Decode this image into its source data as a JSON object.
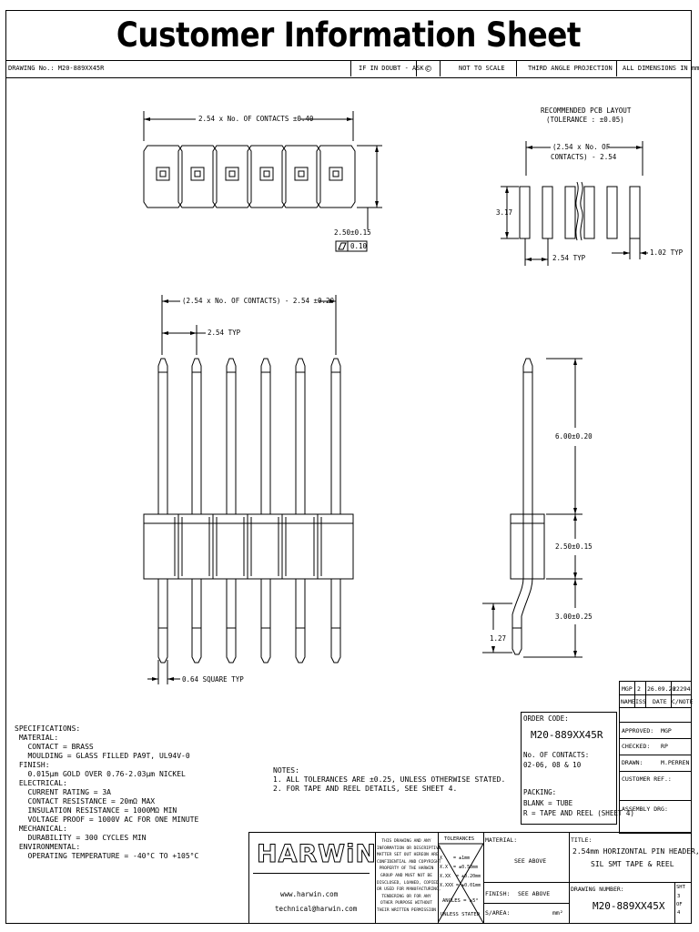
{
  "sheet": {
    "title": "Customer Information Sheet"
  },
  "header": {
    "drawing_no": "DRAWING No.: M20-889XX45R",
    "if_in_doubt": "IF IN DOUBT - ASK",
    "copyright_symbol": "©",
    "not_to_scale": "NOT TO SCALE",
    "projection": "THIRD ANGLE PROJECTION",
    "dimensions": "ALL DIMENSIONS IN mm"
  },
  "top_view": {
    "overall_dim": "2.54 x No. OF CONTACTS ±0.40",
    "height_dim": "2.50±0.15",
    "flatness": "0.10"
  },
  "pcb_layout": {
    "title_1": "RECOMMENDED PCB LAYOUT",
    "title_2": "(TOLERANCE : ±0.05)",
    "span_1": "(2.54 x No. OF",
    "span_2": "CONTACTS) - 2.54",
    "pad_length": "3.17",
    "pitch": "2.54 TYP",
    "pad_width": "1.02 TYP"
  },
  "front_view": {
    "span_dim": "(2.54 x No. OF CONTACTS) - 2.54 ±0.20",
    "pitch": "2.54 TYP",
    "pin_size": "0.64 SQUARE TYP"
  },
  "side_view": {
    "pin_height": "6.00±0.20",
    "body_height": "2.50±0.15",
    "lead_length": "3.00±0.25",
    "offset": "1.27"
  },
  "specifications": [
    "SPECIFICATIONS:",
    " MATERIAL:",
    "   CONTACT = BRASS",
    "   MOULDING = GLASS FILLED PA9T, UL94V-0",
    " FINISH:",
    "   0.015µm GOLD OVER 0.76-2.03µm NICKEL",
    " ELECTRICAL:",
    "   CURRENT RATING = 3A",
    "   CONTACT RESISTANCE = 20mΩ MAX",
    "   INSULATION RESISTANCE = 1000MΩ MIN",
    "   VOLTAGE PROOF = 1000V AC FOR ONE MINUTE",
    " MECHANICAL:",
    "   DURABILITY = 300 CYCLES MIN",
    " ENVIRONMENTAL:",
    "   OPERATING TEMPERATURE = -40°C TO +105°C"
  ],
  "notes": [
    "NOTES:",
    "1. ALL TOLERANCES ARE ±0.25, UNLESS OTHERWISE STATED.",
    "2. FOR TAPE AND REEL DETAILS, SEE SHEET 4."
  ],
  "order_code": {
    "label": "ORDER CODE:",
    "code": "M20-889XX45R",
    "contacts_label": "No. OF CONTACTS:",
    "contacts_values": "02-06, 08 & 10",
    "packing_label": "PACKING:",
    "packing_tube": "BLANK = TUBE",
    "packing_reel": "R = TAPE AND REEL (SHEET 4)"
  },
  "revision": {
    "name": "MGP",
    "iss": "2",
    "date": "26.09.20",
    "cnote": "22294",
    "h_name": "NAME",
    "h_iss": "ISS",
    "h_date": "DATE",
    "h_cnote": "C/NOTE"
  },
  "approvals": {
    "approved": "APPROVED:  MGP",
    "checked": "CHECKED:   RP",
    "drawn": "DRAWN:     M.PERREN",
    "customer_ref": "CUSTOMER REF.:",
    "assembly": "ASSEMBLY DRG:"
  },
  "title_block": {
    "logo": "HARWiN",
    "web": "www.harwin.com",
    "email": "technical@harwin.com",
    "legal": "THIS DRAWING AND ANY\nINFORMATION OR DESCRIPTIVE\nMATTER SET OUT HEREON ARE\nCONFIDENTIAL AND COPYRIGHT\nPROPERTY OF THE HARWIN\nGROUP AND MUST NOT BE\nDISCLOSED, LOANED, COPIED\nOR USED FOR MANUFACTURING,\nTENDERING OR FOR ANY\nOTHER PURPOSE WITHOUT\nTHEIR WRITTEN PERMISSION",
    "tolerances": "TOLERANCES",
    "tol_x": "X    = ±1mm",
    "tol_xx": "X.X  = ±0.50mm",
    "tol_xxx": "X.XX  = ±0.20mm",
    "tol_xxxx": "X.XXX = ±0.01mm",
    "angles": "ANGLES = ±5°",
    "unless": "UNLESS STATED",
    "material_label": "MATERIAL:",
    "material_value": "SEE ABOVE",
    "finish_label": "FINISH:",
    "finish_value": "SEE ABOVE",
    "sarea_label": "S/AREA:",
    "sarea_unit": "mm²",
    "title_label": "TITLE:",
    "title_1": "2.54mm HORIZONTAL PIN HEADER,",
    "title_2": "SIL SMT TAPE & REEL",
    "drawing_number_label": "DRAWING NUMBER:",
    "drawing_number": "M20-889XX45X",
    "sht": "SHT",
    "sht_no": "3",
    "of": "OF",
    "of_no": "4"
  }
}
